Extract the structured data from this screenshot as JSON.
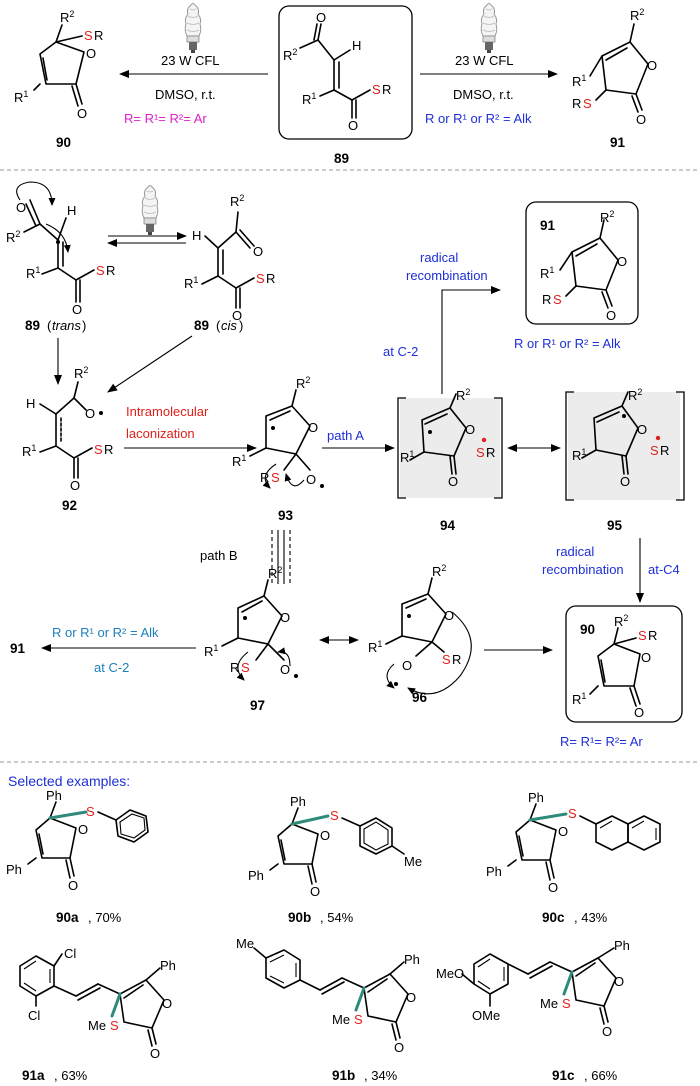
{
  "top": {
    "left_conditions": {
      "light": "23 W CFL",
      "solvent": "DMSO, r.t.",
      "scope": "R= R¹= R²= Ar"
    },
    "right_conditions": {
      "light": "23 W CFL",
      "solvent": "DMSO, r.t.",
      "scope": "R or R¹ or R² = Alk"
    },
    "center_compound": "89",
    "left_product": "90",
    "right_product": "91"
  },
  "mechanism": {
    "trans_label_num": "89",
    "trans_label": "trans",
    "cis_label_num": "89",
    "cis_label": "cis",
    "intramolecular": "Intramolecular",
    "lactonization": "laconization",
    "path_a": "path A",
    "path_b": "path B",
    "radical_recombination_top": [
      "radical",
      "recombination"
    ],
    "at_c2_top": "at C-2",
    "radical_recombination_bottom": [
      "radical",
      "recombination"
    ],
    "at_c4": "at-C4",
    "product91_scope": "R or R¹ or R² = Alk",
    "product90_scope": "R= R¹= R²= Ar",
    "left_scope": "R or R¹ or R² = Alk",
    "left_at_c2": "at C-2",
    "numbers": {
      "n92": "92",
      "n93": "93",
      "n94": "94",
      "n95": "95",
      "n96": "96",
      "n97": "97",
      "n91_box": "91",
      "n90_box": "90",
      "n91_left": "91"
    }
  },
  "examples": {
    "header": "Selected examples:",
    "items": [
      {
        "id": "90a",
        "yield": ", 70%"
      },
      {
        "id": "90b",
        "yield": ", 54%"
      },
      {
        "id": "90c",
        "yield": ", 43%"
      },
      {
        "id": "91a",
        "yield": ", 63%"
      },
      {
        "id": "91b",
        "yield": ", 34%"
      },
      {
        "id": "91c",
        "yield": ", 66%"
      }
    ]
  },
  "colors": {
    "red": "#e0201b",
    "blue": "#1e2fd6",
    "magenta": "#e020c8",
    "cyan": "#1e7fbf",
    "bond_highlight": "#2e8b7a"
  }
}
